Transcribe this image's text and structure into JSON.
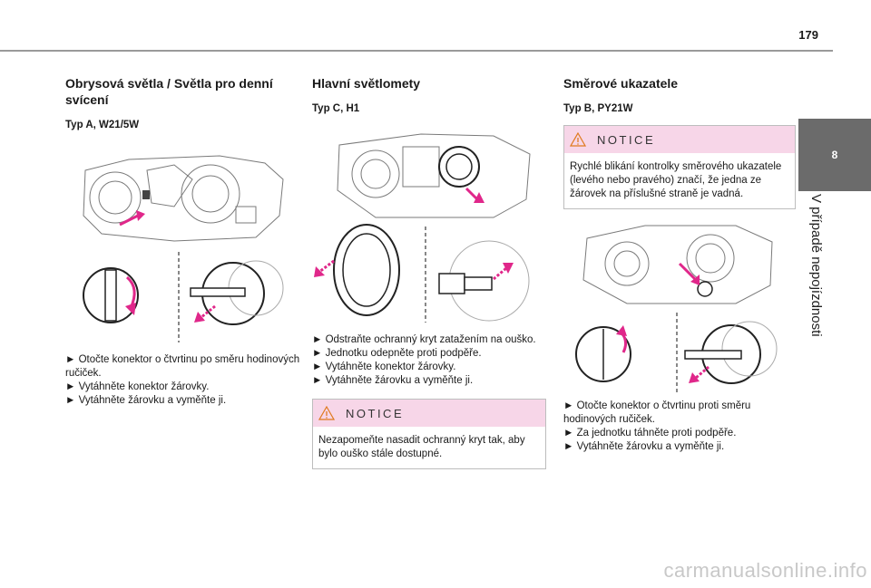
{
  "page": {
    "number": "179"
  },
  "side_tab": {
    "chapter_number": "8",
    "chapter_title": "V případě nepojízdnosti"
  },
  "columns": [
    {
      "title": "Obrysová světla / Světla pro denní svícení",
      "subtitle": "Typ A, W21/5W",
      "steps": [
        "► Otočte konektor o čtvrtinu po směru hodinových ručiček.",
        "► Vytáhněte konektor žárovky.",
        "► Vytáhněte žárovku a vyměňte ji."
      ]
    },
    {
      "title": "Hlavní světlomety",
      "subtitle": "Typ C, H1",
      "steps": [
        "► Odstraňte ochranný kryt zatažením na ouško.",
        "► Jednotku odepněte proti podpěře.",
        "► Vytáhněte konektor žárovky.",
        "► Vytáhněte žárovku a vyměňte ji."
      ],
      "notice": {
        "label": "NOTICE",
        "text": "Nezapomeňte nasadit ochranný kryt tak, aby bylo ouško stále dostupné."
      }
    },
    {
      "title": "Směrové ukazatele",
      "subtitle": "Typ B, PY21W",
      "notice": {
        "label": "NOTICE",
        "text": "Rychlé blikání kontrolky směrového ukazatele (levého nebo pravého) značí, že jedna ze žárovek na příslušné straně je vadná."
      },
      "steps": [
        "►  Otočte konektor o čtvrtinu proti směru hodinových ručiček.",
        "► Za jednotku táhněte proti podpěře.",
        "► Vytáhněte žárovku a vyměňte ji."
      ]
    }
  ],
  "watermark": "carmanualsonline.info",
  "colors": {
    "accent": "#e0278a",
    "tab": "#6b6b6b",
    "notice_bg": "#f7d6e8",
    "rule": "#9a9a9a"
  }
}
